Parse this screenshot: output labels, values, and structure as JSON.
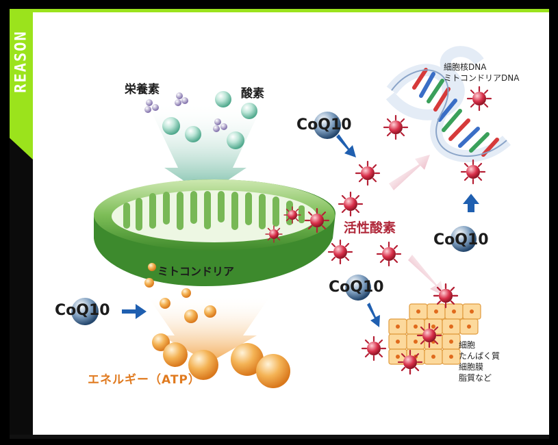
{
  "badge": {
    "text": "REASON"
  },
  "labels": {
    "nutrients": "栄養素",
    "oxygen": "酸素",
    "mitochondria": "ミトコンドリア",
    "energy": "エネルギー（ATP）",
    "active_oxygen": "活性酸素",
    "coq10": "CoQ10",
    "nucleus_dna": "細胞核DNA",
    "mito_dna": "ミトコンドリアDNA",
    "cell_items": [
      "細胞",
      "たんぱく質",
      "細胞膜",
      "脂質など"
    ]
  },
  "colors": {
    "accent": "#9be31c",
    "active_oxygen_text": "#b0283a",
    "energy_text": "#e07a1f",
    "arrow_blue": "#1f5fb0",
    "mito_green": "#5aa83b",
    "radical_red": "#c8283a",
    "atp_orange": "#f0a23c"
  }
}
